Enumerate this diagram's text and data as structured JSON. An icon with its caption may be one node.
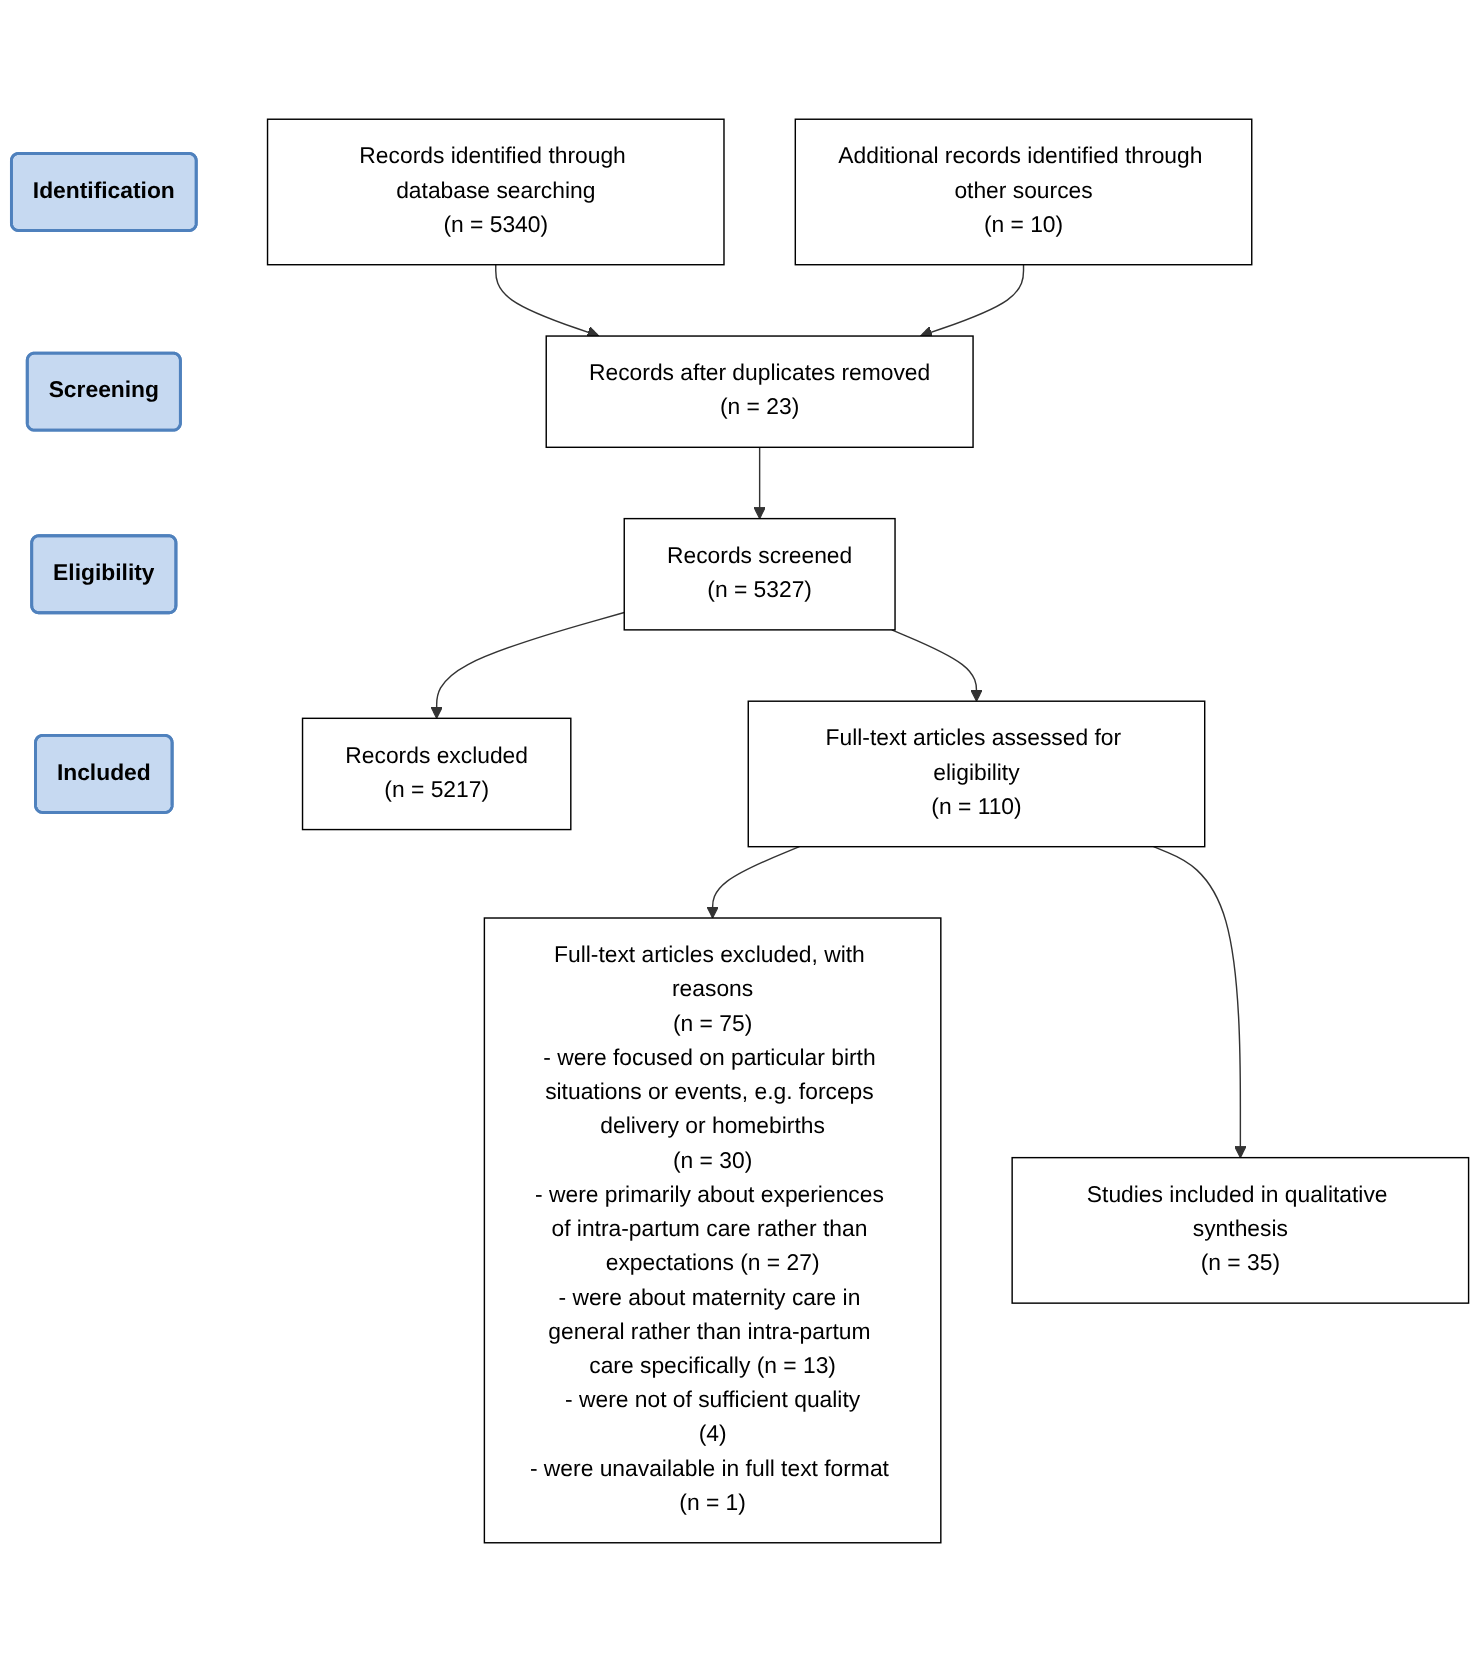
{
  "diagram": {
    "nodes": [
      {
        "text": [
          "Identification"
        ]
      },
      {
        "text": [
          "Screening"
        ]
      },
      {
        "text": [
          "Eligibility"
        ]
      },
      {
        "text": [
          "Included"
        ]
      },
      {
        "text": [
          "Records identified through database searching",
          "(n = 5340)"
        ]
      },
      {
        "text": [
          "Additional records identified through other sources",
          "(n = 10)"
        ]
      },
      {
        "text": [
          "Records after duplicates removed",
          "(n = 23)"
        ]
      },
      {
        "text": [
          "Records screened",
          "(n = 5327)"
        ]
      },
      {
        "text": [
          "Records excluded",
          "(n = 5217)"
        ]
      },
      {
        "text": [
          "Full-text articles assessed for eligibility",
          "(n = 110)"
        ]
      },
      {
        "text": [
          "Full-text articles excluded, with reasons",
          "(n = 75)",
          "- were focused on particular birth situations or events, e.g. forceps delivery or homebirths",
          "(n = 30)",
          "- were primarily about experiences of intra-partum care rather than expectations (n = 27)",
          "- were about maternity care in general rather than intra-partum care specifically (n = 13)",
          "- were not of sufficient quality",
          "(4)",
          "- were unavailable in full text format (n = 1)"
        ]
      },
      {
        "text": [
          "Studies included in qualitative synthesis",
          "(n = 35)"
        ]
      }
    ],
    "edges": [
      {
        "from": 4,
        "to": 6,
        "arrow": "to"
      },
      {
        "from": 5,
        "to": 6,
        "arrow": "to"
      },
      {
        "from": 6,
        "to": 7,
        "arrow": "to"
      },
      {
        "from": 7,
        "to": 8,
        "arrow": "to"
      },
      {
        "from": 7,
        "to": 9,
        "arrow": "to"
      },
      {
        "from": 9,
        "to": 10,
        "arrow": "to"
      },
      {
        "from": 9,
        "to": 11,
        "arrow": "to"
      }
    ]
  }
}
